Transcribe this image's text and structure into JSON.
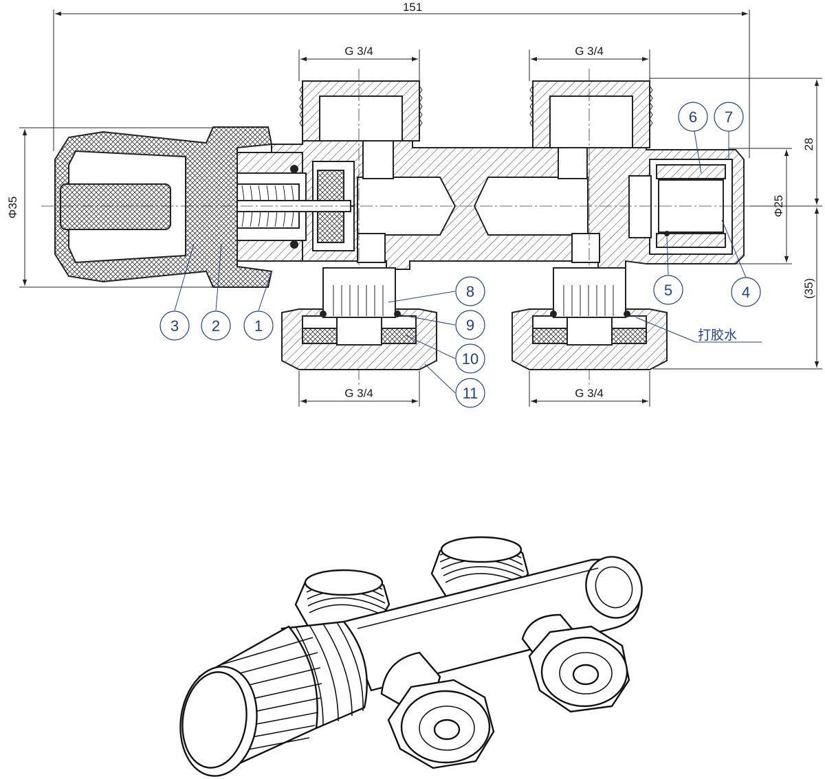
{
  "dimensions": {
    "overall_length": "151",
    "thread_top_left": "G 3/4",
    "thread_top_right": "G 3/4",
    "thread_bottom_left": "G 3/4",
    "thread_bottom_right": "G 3/4",
    "knob_diameter": "Φ35",
    "cap_diameter": "Φ25",
    "right_height_top": "28",
    "right_height_bottom": "(35)"
  },
  "callouts": [
    "1",
    "2",
    "3",
    "4",
    "5",
    "6",
    "7",
    "8",
    "9",
    "10",
    "11"
  ],
  "note": "打胶水",
  "colors": {
    "balloon": "#1f3f8f",
    "line": "#222222"
  }
}
